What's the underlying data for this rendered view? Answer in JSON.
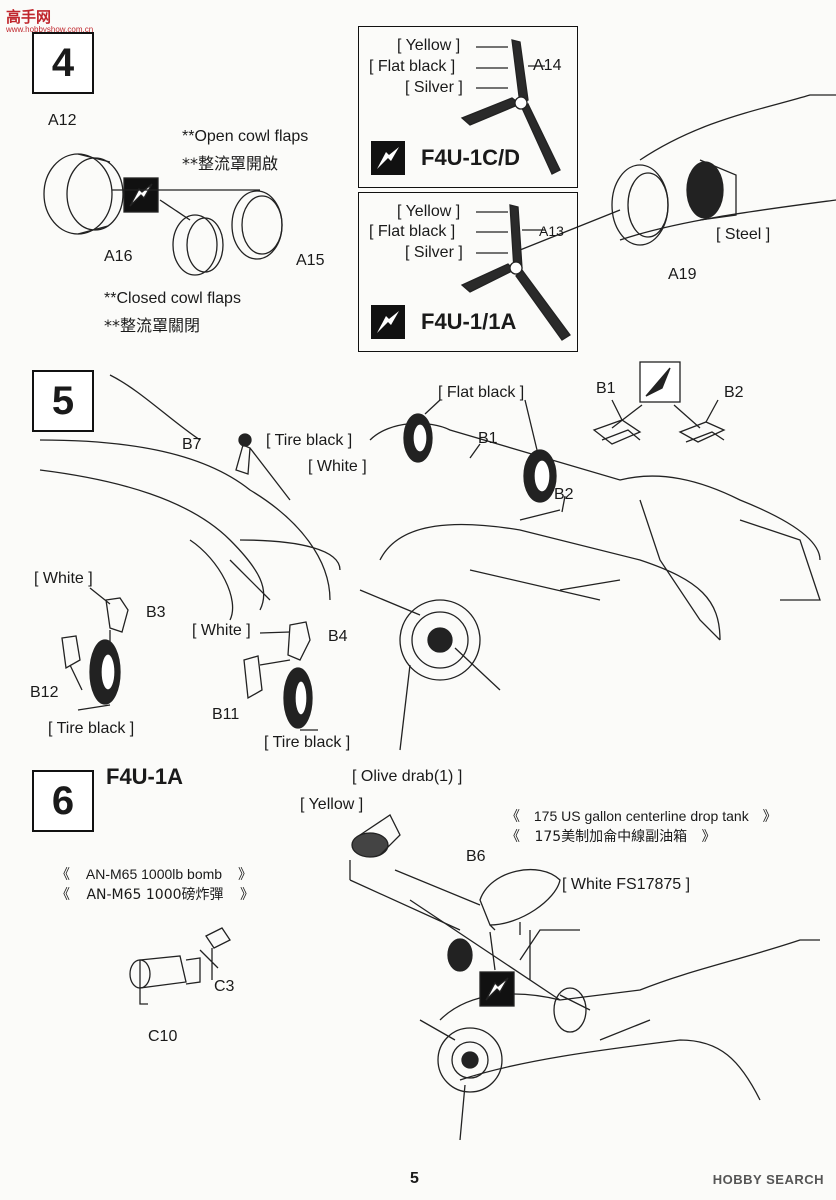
{
  "watermark": {
    "logo": "高手网",
    "url": "www.hobbyshow.com.cn"
  },
  "step4": {
    "number": "4",
    "parts": {
      "a12": "A12",
      "a15": "A15",
      "a16": "A16",
      "a19": "A19"
    },
    "open_en": "**Open cowl flaps",
    "open_zh": "**整流罩開啟",
    "closed_en": "**Closed cowl flaps",
    "closed_zh": "**整流罩關閉",
    "steel": "[ Steel ]",
    "panel_c": {
      "variant": "F4U-1C/D",
      "part": "A14",
      "yellow": "[ Yellow ]",
      "flat_black": "[ Flat black ]",
      "silver": "[ Silver ]"
    },
    "panel_1": {
      "variant": "F4U-1/1A",
      "part": "A13",
      "yellow": "[ Yellow ]",
      "flat_black": "[ Flat black ]",
      "silver": "[ Silver ]"
    }
  },
  "step5": {
    "number": "5",
    "flat_black": "[ Flat black ]",
    "tire_black_top": "[ Tire black ]",
    "white_top": "[ White ]",
    "white_left": "[ White ]",
    "white_mid": "[ White ]",
    "tire_black_left": "[ Tire black ]",
    "tire_black_mid": "[ Tire black ]",
    "parts": {
      "b1_top": "B1",
      "b2_top": "B2",
      "b1": "B1",
      "b2": "B2",
      "b3": "B3",
      "b4": "B4",
      "b7": "B7",
      "b11": "B11",
      "b12": "B12"
    }
  },
  "step6": {
    "number": "6",
    "variant": "F4U-1A",
    "olive_drab": "[ Olive drab(1) ]",
    "yellow": "[ Yellow ]",
    "tank_en_open": "《",
    "tank_en": "175 US gallon centerline drop tank",
    "tank_en_close": "》",
    "tank_zh_open": "《",
    "tank_zh": "175美制加侖中線副油箱",
    "tank_zh_close": "》",
    "bomb_en_open": "《",
    "bomb_en": "AN-M65 1000lb bomb",
    "bomb_en_close": "》",
    "bomb_zh_open": "《",
    "bomb_zh": "AN-M65 1000磅炸彈",
    "bomb_zh_close": "》",
    "white_fs": "[ White FS17875 ]",
    "parts": {
      "b6": "B6",
      "c3": "C3",
      "c10": "C10"
    }
  },
  "footer": {
    "page": "5",
    "brand": "HOBBY SEARCH"
  }
}
